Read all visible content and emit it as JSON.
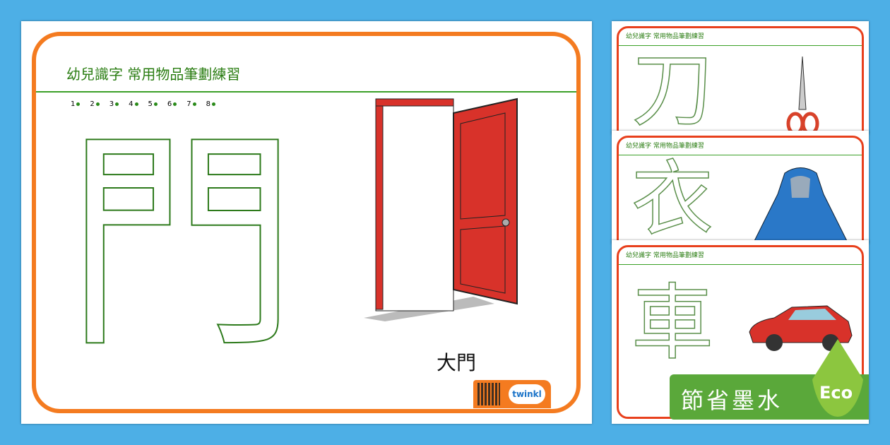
{
  "main": {
    "title": "幼兒識字 常用物品筆劃練習",
    "character": "門",
    "stroke_numbers": [
      "1",
      "2",
      "3",
      "4",
      "5",
      "6",
      "7",
      "8"
    ],
    "word": "大門",
    "brand": "twinkl"
  },
  "cards": [
    {
      "title": "幼兒識字 常用物品筆劃練習",
      "character": "刀"
    },
    {
      "title": "幼兒識字 常用物品筆劃練習",
      "character": "衣"
    },
    {
      "title": "幼兒識字 常用物品筆劃練習",
      "character": "車"
    }
  ],
  "eco": {
    "text": "節省墨水",
    "badge": "Eco"
  },
  "colors": {
    "background": "#4dafe6",
    "frame": "#f47b20",
    "title": "#2a7d12",
    "door": "#d8322a"
  }
}
